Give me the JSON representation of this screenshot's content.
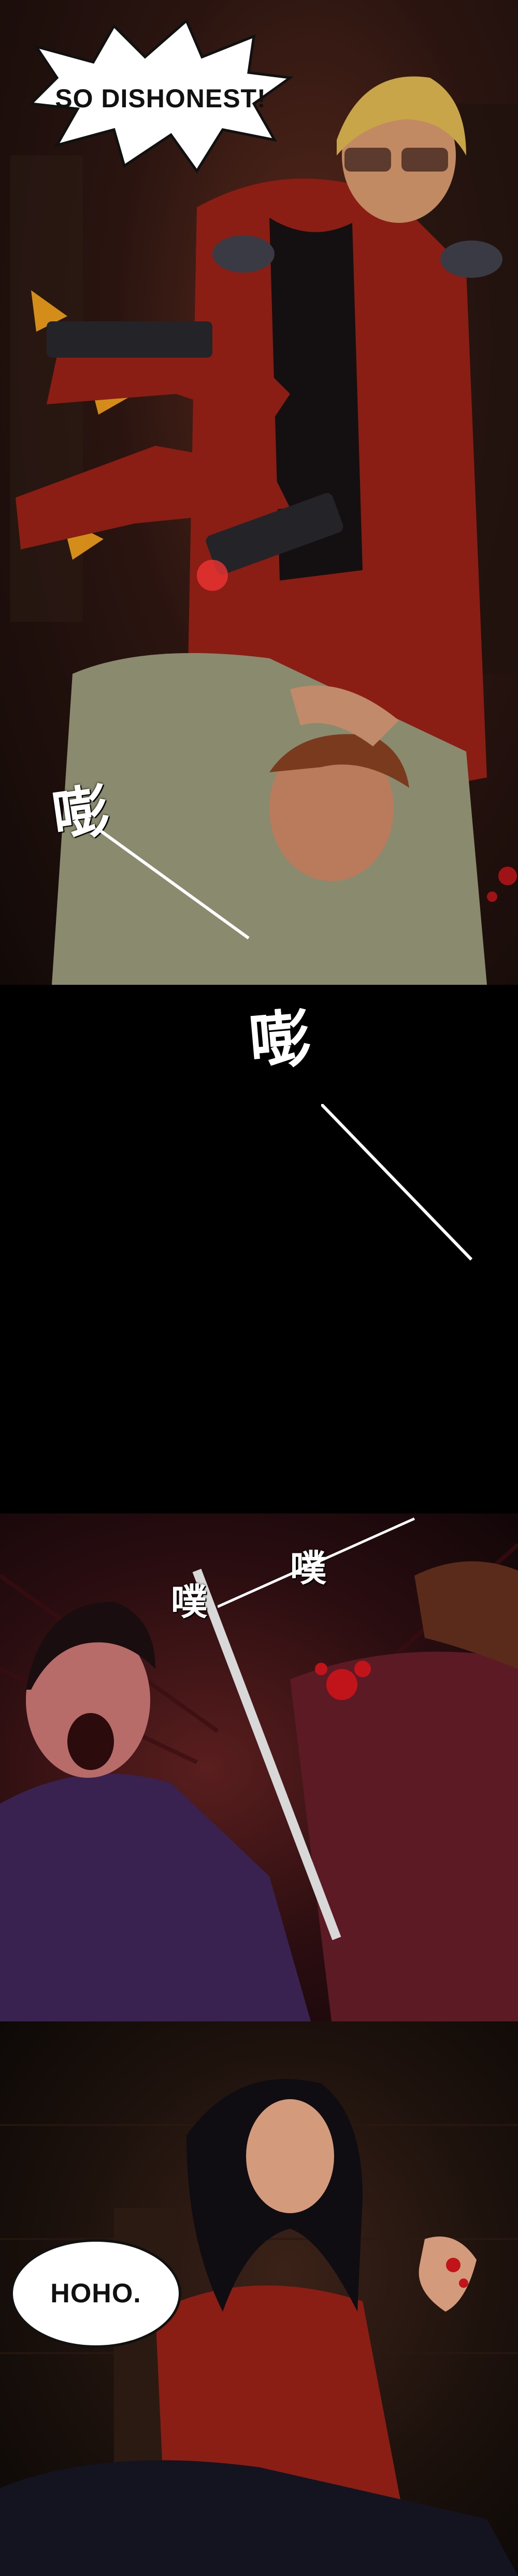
{
  "panels": {
    "panel1": {
      "speech_bubble": "SO DISHONEST!",
      "sfx_1": "嘭",
      "sfx_2": "嘭"
    },
    "panel3": {
      "sfx_1": "噗",
      "sfx_2": "噗"
    },
    "panel4": {
      "speech_bubble": "HOHO."
    }
  },
  "colors": {
    "coat_red": "#8b1e14",
    "blood_red": "#b0121a",
    "bubble_white": "#ffffff"
  }
}
